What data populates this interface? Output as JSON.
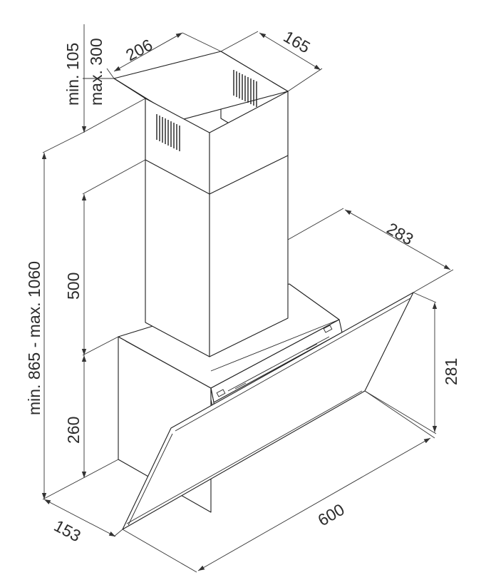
{
  "dimensions": {
    "chimney_width": "206",
    "chimney_depth": "165",
    "chimney_overlap": "min. 105 - max. 300",
    "chimney_overlap_min": "min. 105",
    "chimney_overlap_max": "max. 300",
    "chimney_height": "500",
    "total_height": "min. 865 - max. 1060",
    "body_height": "260",
    "canopy_depth": "283",
    "canopy_height": "281",
    "base_depth": "153",
    "hood_width": "600"
  }
}
